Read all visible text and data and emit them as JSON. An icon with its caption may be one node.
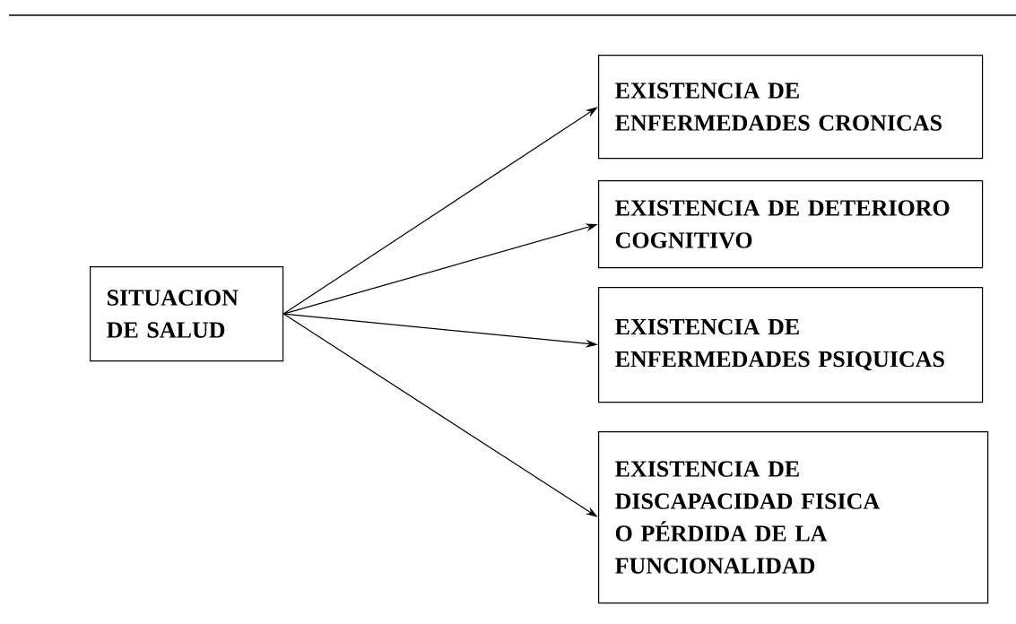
{
  "diagram": {
    "nodes": [
      {
        "text": [
          "SITUACION DE SALUD"
        ]
      },
      {
        "text": [
          "EXISTENCIA DE ENFERMEDADES CRONICAS"
        ]
      },
      {
        "text": [
          "EXISTENCIA DE DETERIORO COGNITIVO"
        ]
      },
      {
        "text": [
          "EXISTENCIA DE ENFERMEDADES PSIQUICAS"
        ]
      },
      {
        "text": [
          "EXISTENCIA DE DISCAPACIDAD FISICA O PÉRDIDA DE LA FUNCIONALIDAD"
        ]
      }
    ],
    "edges": [
      {
        "from": 0,
        "to": 1,
        "arrow": "to"
      },
      {
        "from": 0,
        "to": 2,
        "arrow": "to"
      },
      {
        "from": 0,
        "to": 3,
        "arrow": "to"
      },
      {
        "from": 0,
        "to": 4,
        "arrow": "to"
      }
    ]
  }
}
